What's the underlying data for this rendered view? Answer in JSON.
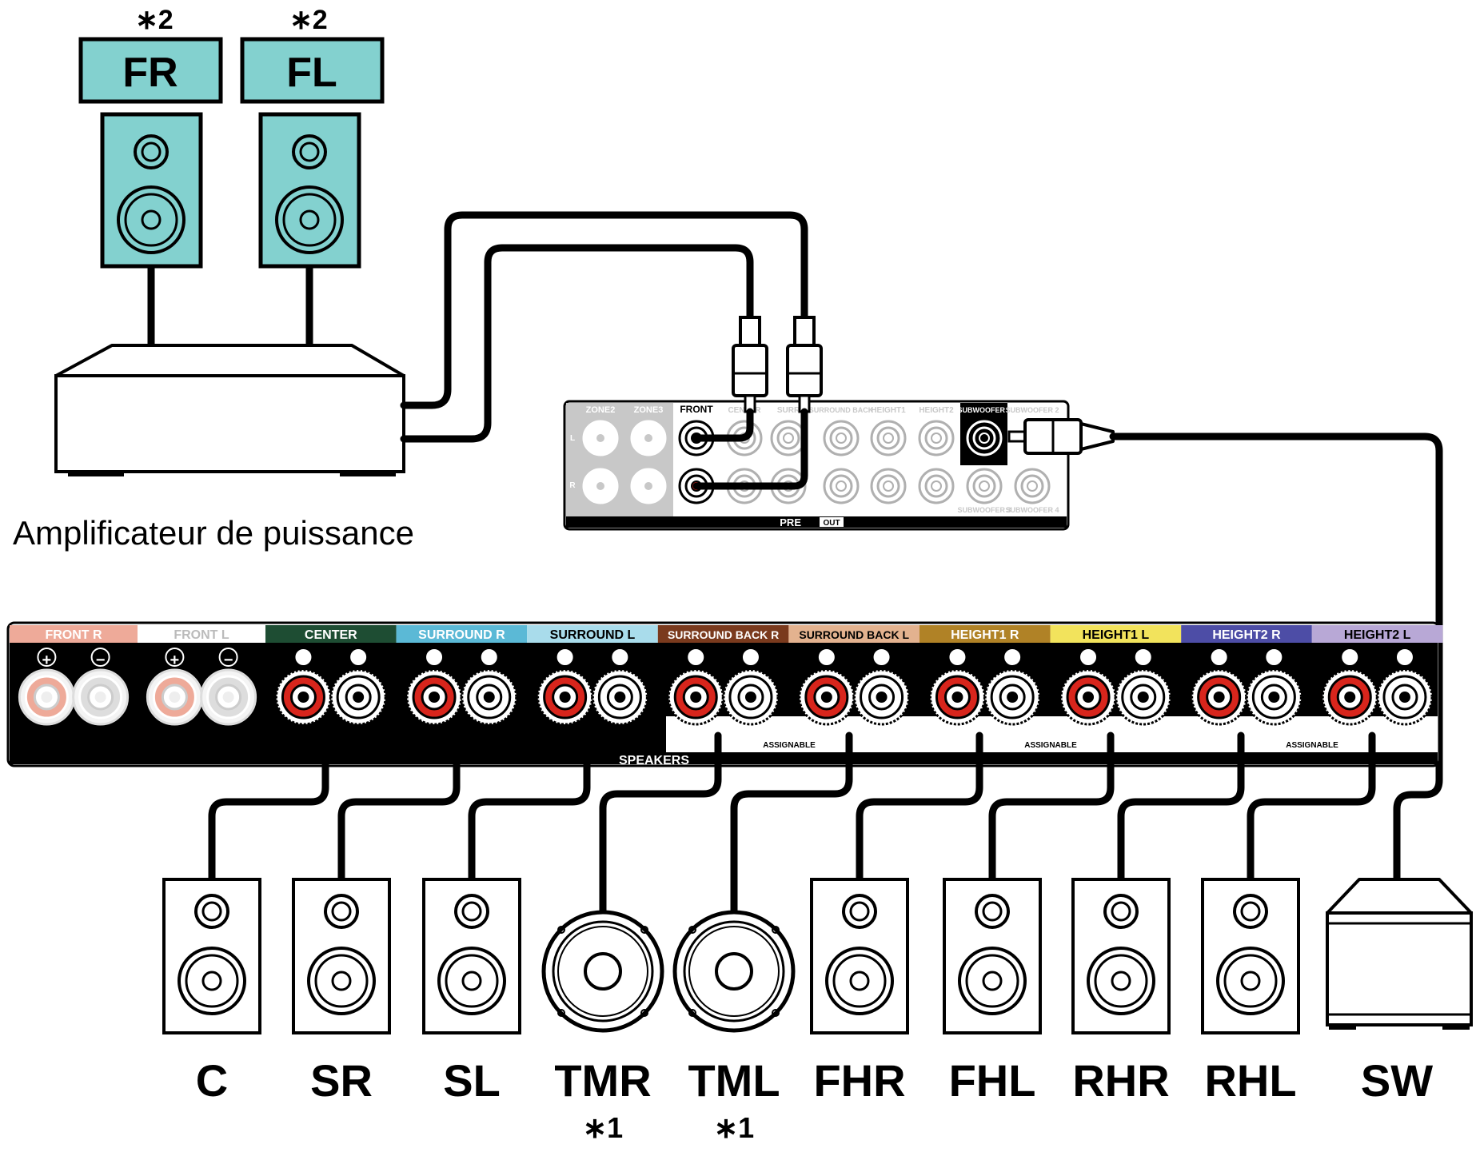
{
  "front_speakers": [
    {
      "label": "FR",
      "note": "∗2"
    },
    {
      "label": "FL",
      "note": "∗2"
    }
  ],
  "amplifier_caption": "Amplificateur de puissance",
  "preout": {
    "zone2": "ZONE2",
    "zone3": "ZONE3",
    "front": "FRONT",
    "center": "CENTER",
    "surround": "SURR",
    "surround_back": "SURROUND BACK",
    "height1": "HEIGHT1",
    "height2": "HEIGHT2",
    "subwoofer1": "SUBWOOFER 1",
    "subwoofer2": "SUBWOOFER 2",
    "subwoofer3": "SUBWOOFER 3",
    "subwoofer4": "SUBWOOFER 4",
    "channel_l": "L",
    "channel_r": "R",
    "pre": "PRE",
    "out": "OUT"
  },
  "speaker_panel": {
    "channels": [
      {
        "name": "FRONT",
        "side": "R",
        "color": "#eeaa99",
        "text": "#ffffff"
      },
      {
        "name": "FRONT",
        "side": "L",
        "color": "#ffffff",
        "text": "#bbbbbb"
      },
      {
        "name": "CENTER",
        "side": "",
        "color": "#1e4d33",
        "text": "#ffffff"
      },
      {
        "name": "SURROUND",
        "side": "R",
        "color": "#5bb9d6",
        "text": "#ffffff"
      },
      {
        "name": "SURROUND",
        "side": "L",
        "color": "#a9dceb",
        "text": "#000000"
      },
      {
        "name": "SURROUND BACK",
        "side": "R",
        "color": "#7a3a1d",
        "text": "#ffffff"
      },
      {
        "name": "SURROUND BACK",
        "side": "L",
        "color": "#e3b28f",
        "text": "#000000"
      },
      {
        "name": "HEIGHT1",
        "side": "R",
        "color": "#b08226",
        "text": "#ffffff"
      },
      {
        "name": "HEIGHT1",
        "side": "L",
        "color": "#f2e35c",
        "text": "#000000"
      },
      {
        "name": "HEIGHT2",
        "side": "R",
        "color": "#4d4da6",
        "text": "#ffffff"
      },
      {
        "name": "HEIGHT2",
        "side": "L",
        "color": "#b8a8d6",
        "text": "#000000"
      }
    ],
    "speakers_label": "SPEAKERS",
    "assignable": "ASSIGNABLE",
    "plus": "+",
    "minus": "−"
  },
  "speakers": [
    {
      "label": "C",
      "note": ""
    },
    {
      "label": "SR",
      "note": ""
    },
    {
      "label": "SL",
      "note": ""
    },
    {
      "label": "TMR",
      "note": "∗1"
    },
    {
      "label": "TML",
      "note": "∗1"
    },
    {
      "label": "FHR",
      "note": ""
    },
    {
      "label": "FHL",
      "note": ""
    },
    {
      "label": "RHR",
      "note": ""
    },
    {
      "label": "RHL",
      "note": ""
    },
    {
      "label": "SW",
      "note": ""
    }
  ],
  "colors": {
    "front_box": "#83d1cf",
    "terminal_red": "#d8251c",
    "panel_black": "#000000",
    "preout_gray": "#c8c8c8"
  }
}
